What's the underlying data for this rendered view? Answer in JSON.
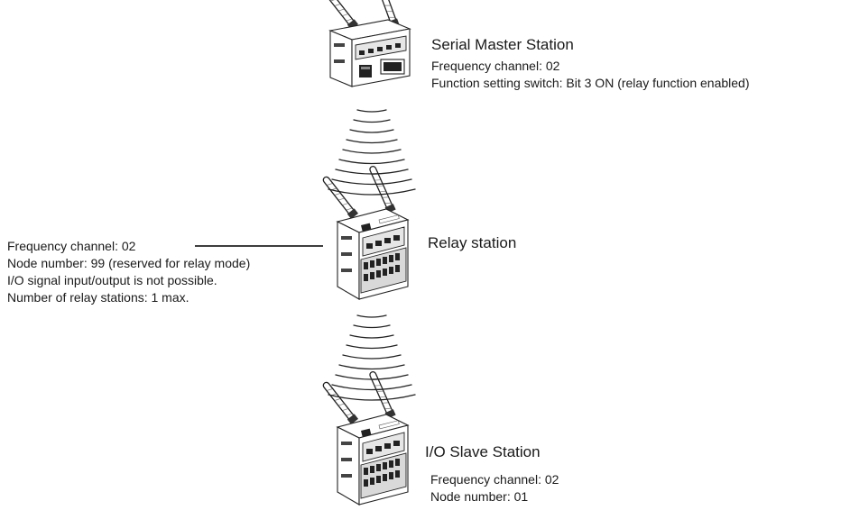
{
  "master": {
    "title": "Serial Master Station",
    "lines": [
      "Frequency channel: 02",
      "Function setting switch: Bit 3 ON (relay function enabled)"
    ]
  },
  "relay": {
    "title": "Relay station",
    "lines": [
      "Frequency channel: 02",
      "Node number: 99 (reserved for relay mode)",
      "I/O signal input/output is not possible.",
      "Number of relay stations: 1 max."
    ]
  },
  "slave": {
    "title": "I/O Slave Station",
    "lines": [
      "Frequency channel: 02",
      "Node number: 01"
    ]
  }
}
